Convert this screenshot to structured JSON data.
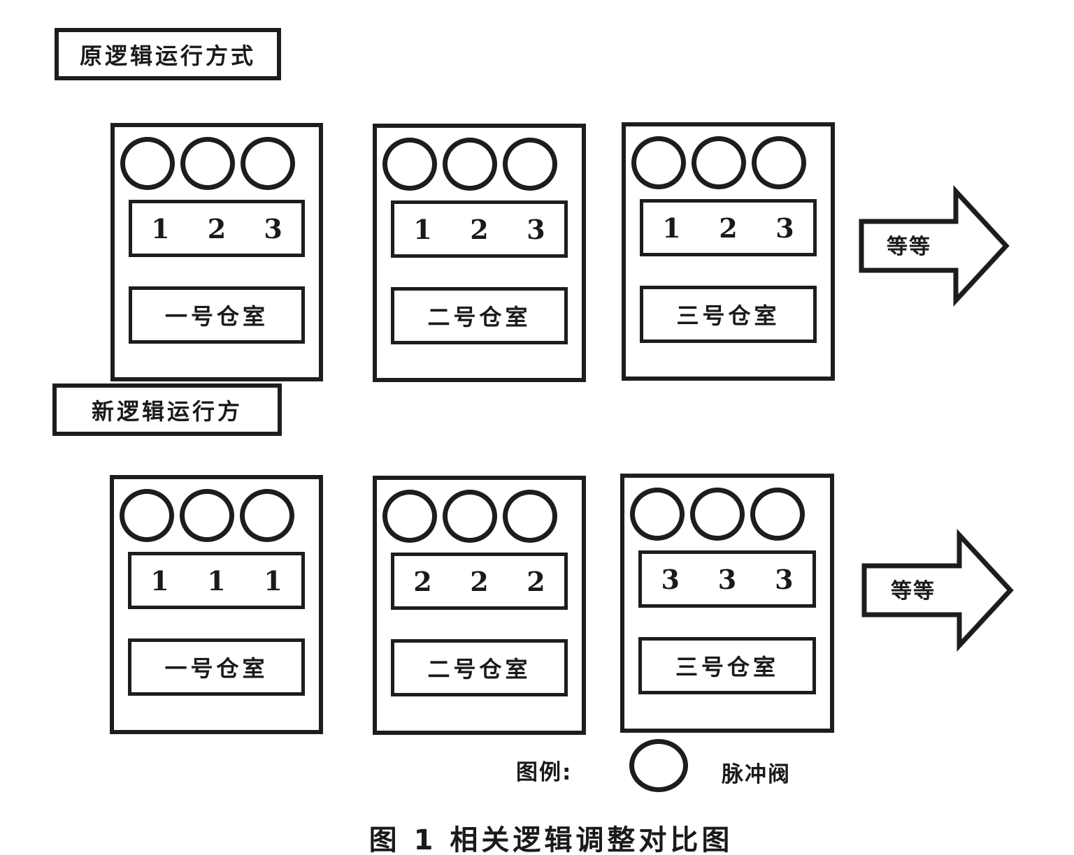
{
  "colors": {
    "ink": "#1d1d1d",
    "background": "#ffffff"
  },
  "original_mode": {
    "title": "原逻辑运行方式",
    "chambers": [
      {
        "valve_icon": "pulse-valve-circle",
        "numbers": [
          "1",
          "2",
          "3"
        ],
        "label": "一号仓室"
      },
      {
        "valve_icon": "pulse-valve-circle",
        "numbers": [
          "1",
          "2",
          "3"
        ],
        "label": "二号仓室"
      },
      {
        "valve_icon": "pulse-valve-circle",
        "numbers": [
          "1",
          "2",
          "3"
        ],
        "label": "三号仓室"
      }
    ],
    "arrow_label": "等等"
  },
  "new_mode": {
    "title": "新逻辑运行方",
    "chambers": [
      {
        "valve_icon": "pulse-valve-circle",
        "numbers": [
          "1",
          "1",
          "1"
        ],
        "label": "一号仓室"
      },
      {
        "valve_icon": "pulse-valve-circle",
        "numbers": [
          "2",
          "2",
          "2"
        ],
        "label": "二号仓室"
      },
      {
        "valve_icon": "pulse-valve-circle",
        "numbers": [
          "3",
          "3",
          "3"
        ],
        "label": "三号仓室"
      }
    ],
    "arrow_label": "等等"
  },
  "legend": {
    "title": "图例:",
    "items": [
      {
        "icon": "pulse-valve-circle",
        "label": "脉冲阀"
      }
    ]
  },
  "caption": "图 1 相关逻辑调整对比图"
}
